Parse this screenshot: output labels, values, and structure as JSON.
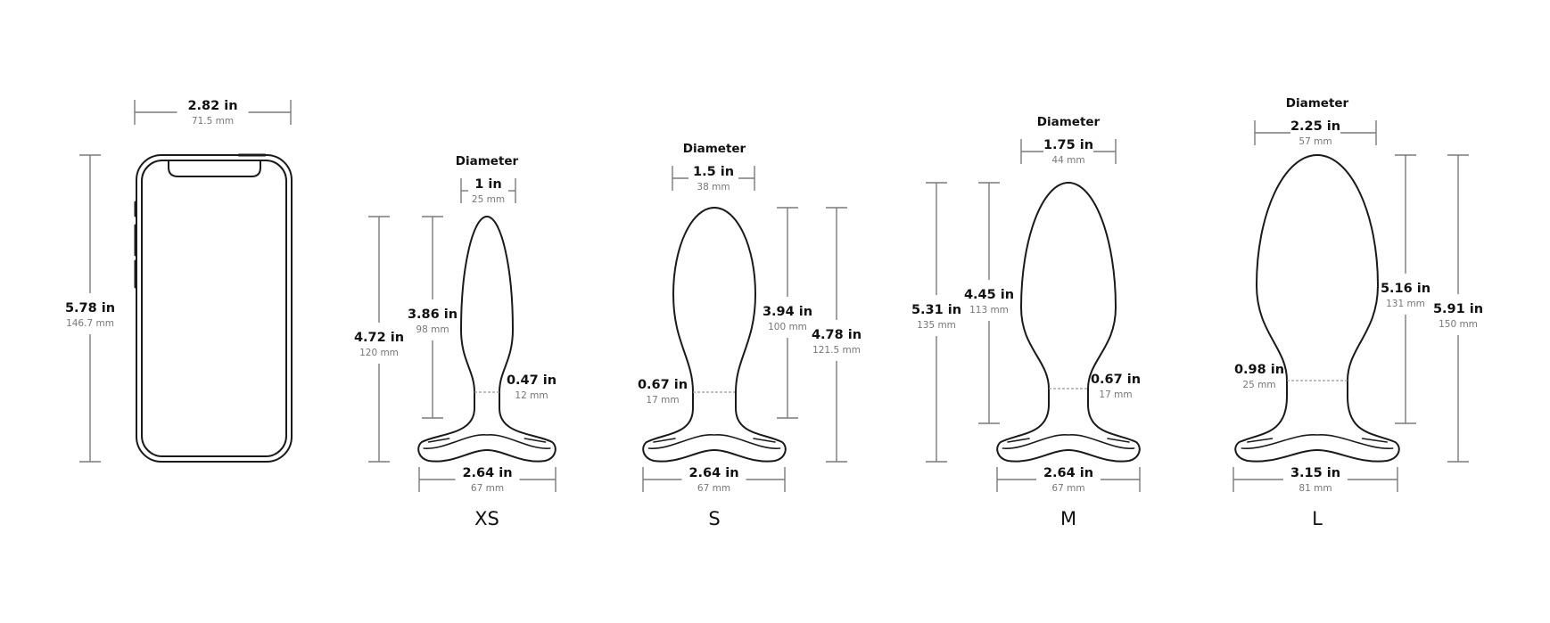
{
  "phone": {
    "width_in": "2.82 in",
    "width_mm": "71.5 mm",
    "height_in": "5.78 in",
    "height_mm": "146.7 mm"
  },
  "diameter_title": "Diameter",
  "sizes": [
    {
      "label": "XS",
      "diameter_in": "1 in",
      "diameter_mm": "25 mm",
      "length_in": "3.86 in",
      "length_mm": "98 mm",
      "total_in": "4.72 in",
      "total_mm": "120 mm",
      "neck_in": "0.47 in",
      "neck_mm": "12 mm",
      "base_in": "2.64 in",
      "base_mm": "67 mm"
    },
    {
      "label": "S",
      "diameter_in": "1.5 in",
      "diameter_mm": "38 mm",
      "length_in": "3.94 in",
      "length_mm": "100 mm",
      "total_in": "4.78 in",
      "total_mm": "121.5 mm",
      "neck_in": "0.67 in",
      "neck_mm": "17 mm",
      "base_in": "2.64 in",
      "base_mm": "67 mm"
    },
    {
      "label": "M",
      "diameter_in": "1.75 in",
      "diameter_mm": "44 mm",
      "length_in": "4.45 in",
      "length_mm": "113 mm",
      "total_in": "5.31 in",
      "total_mm": "135 mm",
      "neck_in": "0.67 in",
      "neck_mm": "17 mm",
      "base_in": "2.64 in",
      "base_mm": "67 mm"
    },
    {
      "label": "L",
      "diameter_in": "2.25 in",
      "diameter_mm": "57 mm",
      "length_in": "5.16 in",
      "length_mm": "131 mm",
      "total_in": "5.91 in",
      "total_mm": "150 mm",
      "neck_in": "0.98 in",
      "neck_mm": "25 mm",
      "base_in": "3.15 in",
      "base_mm": "81 mm"
    }
  ]
}
